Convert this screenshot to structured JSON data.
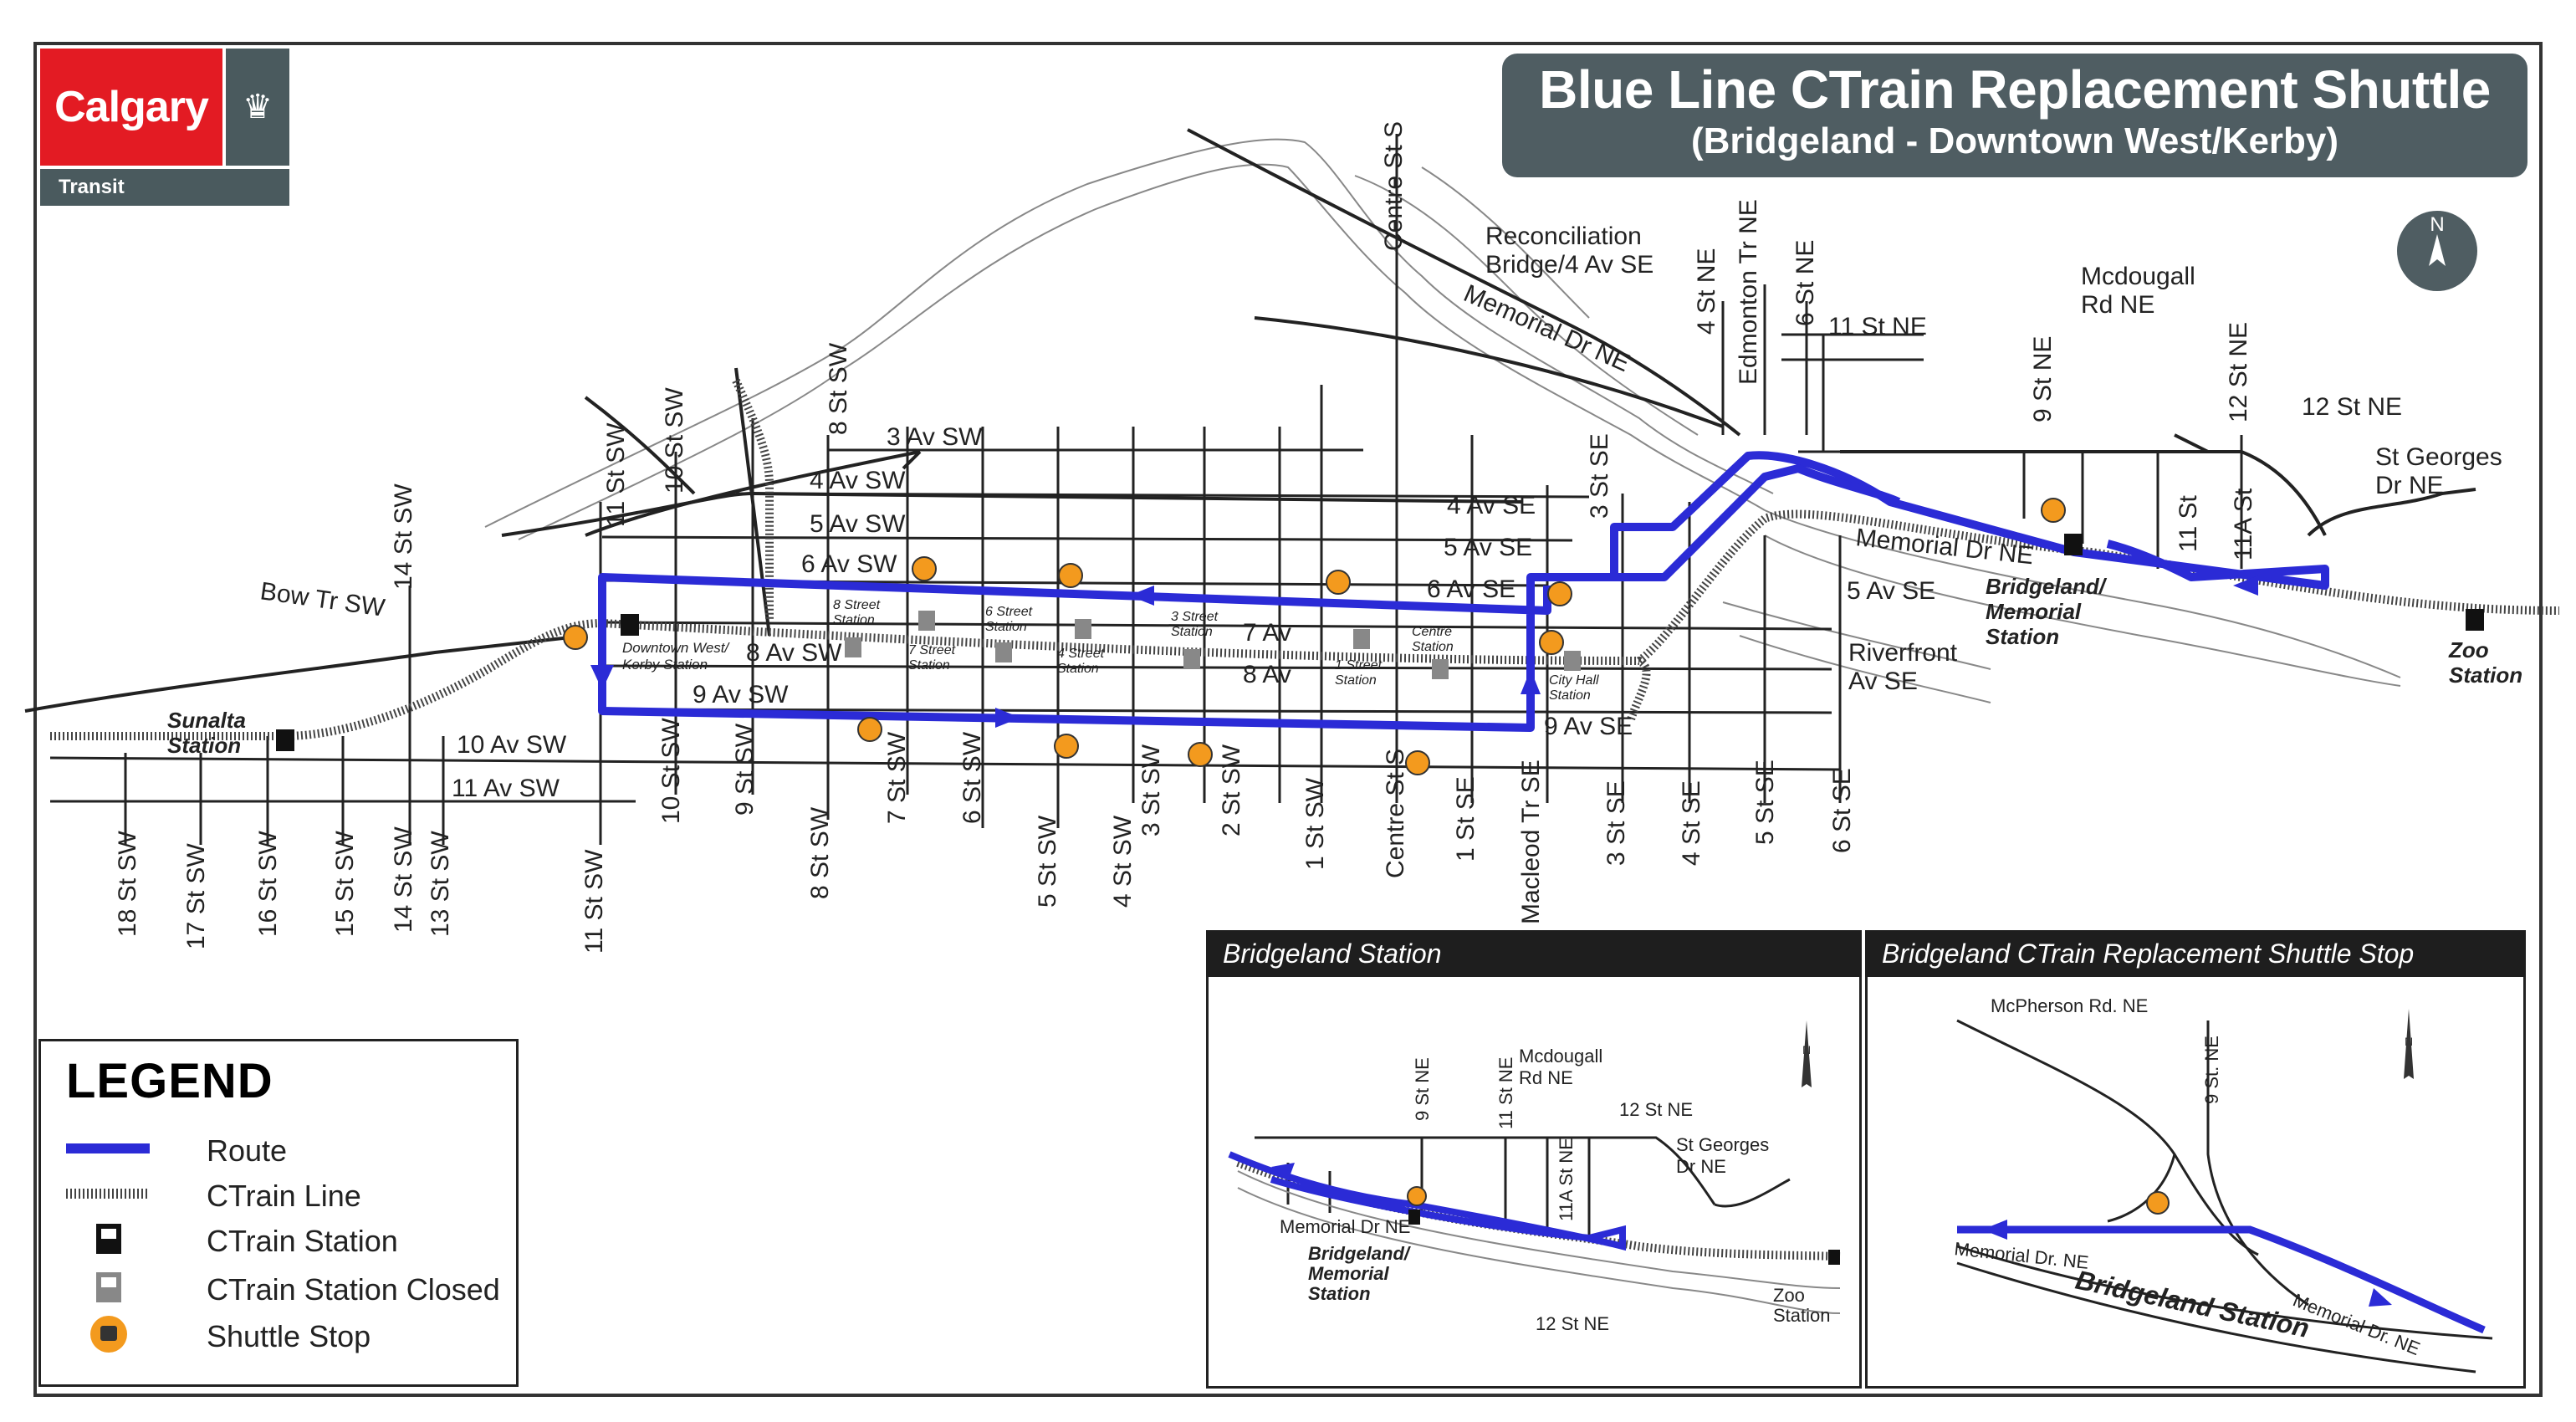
{
  "logo": {
    "brand": "Calgary",
    "crest": "crest-icon",
    "division": "Transit"
  },
  "title": {
    "main": "Blue Line CTrain Replacement Shuttle",
    "sub": "(Bridgeland - Downtown West/Kerby)"
  },
  "compass": {
    "letter": "N"
  },
  "colors": {
    "route": "#2b2bd6",
    "shuttle_stop": "#f39a1e",
    "title_bg": "#4f5d62",
    "logo_red": "#e31b23",
    "street": "#222222",
    "river": "#888888"
  },
  "streets_ns": [
    {
      "label": "18 St SW"
    },
    {
      "label": "17 St SW"
    },
    {
      "label": "16 St SW"
    },
    {
      "label": "15 St SW"
    },
    {
      "label": "14 St SW"
    },
    {
      "label": "13 St SW"
    },
    {
      "label": "11 St SW"
    },
    {
      "label": "10 St SW"
    },
    {
      "label": "9 St SW"
    },
    {
      "label": "8 St SW"
    },
    {
      "label": "7 St SW"
    },
    {
      "label": "6 St SW"
    },
    {
      "label": "5 St SW"
    },
    {
      "label": "4 St SW"
    },
    {
      "label": "3 St SW"
    },
    {
      "label": "2 St SW"
    },
    {
      "label": "1 St SW"
    },
    {
      "label": "Centre St S"
    },
    {
      "label": "1 St SE"
    },
    {
      "label": "Macleod Tr SE"
    },
    {
      "label": "3 St SE"
    },
    {
      "label": "4 St SE"
    },
    {
      "label": "5 St SE"
    },
    {
      "label": "6 St SE"
    }
  ],
  "streets_top": [
    {
      "label": "14 St SW"
    },
    {
      "label": "11 St SW"
    },
    {
      "label": "10 St SW"
    },
    {
      "label": "8 St SW"
    },
    {
      "label": "Centre St S"
    },
    {
      "label": "3 St SE"
    },
    {
      "label": "4 St NE"
    },
    {
      "label": "Edmonton Tr NE"
    },
    {
      "label": "6 St NE"
    },
    {
      "label": "9 St NE"
    },
    {
      "label": "12 St NE"
    },
    {
      "label": "11 St"
    },
    {
      "label": "11A St"
    }
  ],
  "streets_ew": [
    {
      "label": "3 Av SW"
    },
    {
      "label": "4 Av SW"
    },
    {
      "label": "5 Av SW"
    },
    {
      "label": "6 Av SW"
    },
    {
      "label": "8 Av SW"
    },
    {
      "label": "9 Av SW"
    },
    {
      "label": "10 Av SW"
    },
    {
      "label": "11 Av SW"
    },
    {
      "label": "7 Av"
    },
    {
      "label": "8 Av"
    },
    {
      "label": "4 Av SE"
    },
    {
      "label": "5 Av SE"
    },
    {
      "label": "6 Av SE"
    },
    {
      "label": "9 Av SE"
    },
    {
      "label": "Bow Tr SW"
    },
    {
      "label": "Memorial Dr NE"
    },
    {
      "label": "11 St NE"
    },
    {
      "label": "12 St NE"
    },
    {
      "label": "5 Av SE"
    }
  ],
  "multiline_labels": {
    "reconciliation": [
      "Reconciliation",
      "Bridge/4 Av SE"
    ],
    "mcdougall": [
      "Mcdougall",
      "Rd NE"
    ],
    "st_georges": [
      "St Georges",
      "Dr NE"
    ],
    "riverfront": [
      "Riverfront",
      "Av SE"
    ]
  },
  "stations": {
    "sunalta": [
      "Sunalta",
      "Station"
    ],
    "downtown_west": [
      "Downtown West/",
      "Kerby Station"
    ],
    "eighth_street": [
      "8 Street",
      "Station"
    ],
    "seventh_street": [
      "7 Street",
      "Station"
    ],
    "sixth_street": [
      "6 Street",
      "Station"
    ],
    "fourth_street": [
      "4 Street",
      "Station"
    ],
    "third_street": [
      "3 Street",
      "Station"
    ],
    "first_street": [
      "1 Street",
      "Station"
    ],
    "centre_street": [
      "Centre",
      "Station"
    ],
    "city_hall": [
      "City Hall",
      "Station"
    ],
    "bridgeland": [
      "Bridgeland/",
      "Memorial",
      "Station"
    ],
    "zoo": [
      "Zoo",
      "Station"
    ]
  },
  "legend": {
    "title": "LEGEND",
    "items": [
      {
        "label": "Route",
        "icon": "route-line"
      },
      {
        "label": "CTrain Line",
        "icon": "ctrain-line"
      },
      {
        "label": "CTrain Station",
        "icon": "train-icon"
      },
      {
        "label": "CTrain Station Closed",
        "icon": "train-closed-icon"
      },
      {
        "label": "Shuttle Stop",
        "icon": "bus-icon"
      }
    ]
  },
  "inset1": {
    "title": "Bridgeland Station",
    "labels": {
      "ninth": "9 St NE",
      "eleventh": "11 St NE",
      "mcdougall": [
        "Mcdougall",
        "Rd NE"
      ],
      "twelfth_top": "12 St NE",
      "st_georges": [
        "St Georges",
        "Dr NE"
      ],
      "eleventh_a": "11A St NE",
      "memorial": "Memorial Dr NE",
      "station": [
        "Bridgeland/",
        "Memorial",
        "Station"
      ],
      "twelfth_bottom": "12 St NE",
      "zoo": [
        "Zoo",
        "Station"
      ],
      "north": "N"
    }
  },
  "inset2": {
    "title": "Bridgeland CTrain Replacement Shuttle Stop",
    "labels": {
      "mcpherson": "McPherson Rd. NE",
      "ninth": "9 St. NE",
      "memorial_left": "Memorial Dr. NE",
      "station": "Bridgeland Station",
      "memorial_right": "Memorial Dr. NE",
      "north": "N"
    }
  }
}
